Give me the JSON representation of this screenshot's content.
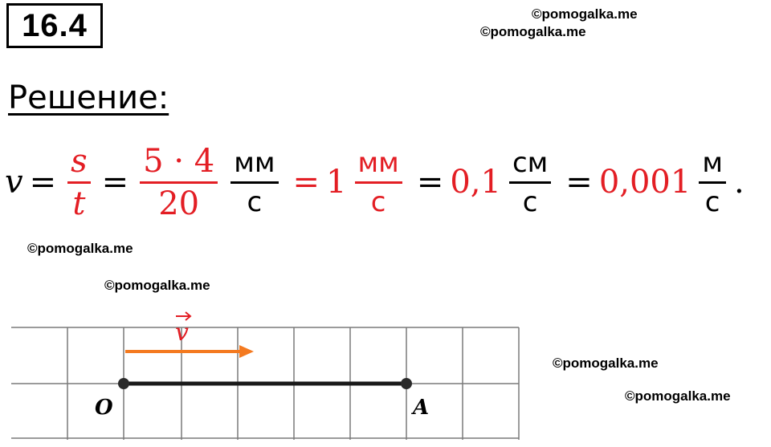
{
  "header": {
    "problem_number": "16.4"
  },
  "watermark": "©pomogalka.me",
  "solution": {
    "heading": "Решение:",
    "v": "v",
    "eq": "=",
    "s": "s",
    "t": "t",
    "num_5x4": "5 · 4",
    "den_20": "20",
    "unit_mm": "мм",
    "unit_cm": "см",
    "unit_m": "м",
    "unit_s": "с",
    "val_1": "1",
    "val_01": "0,1",
    "val_0001": "0,001",
    "period": "."
  },
  "figure": {
    "vector_label": "v",
    "point_o": "O",
    "point_a": "A"
  },
  "colors": {
    "red": "#e31e24",
    "orange": "#f47a20",
    "grid": "#7a7a7a"
  }
}
